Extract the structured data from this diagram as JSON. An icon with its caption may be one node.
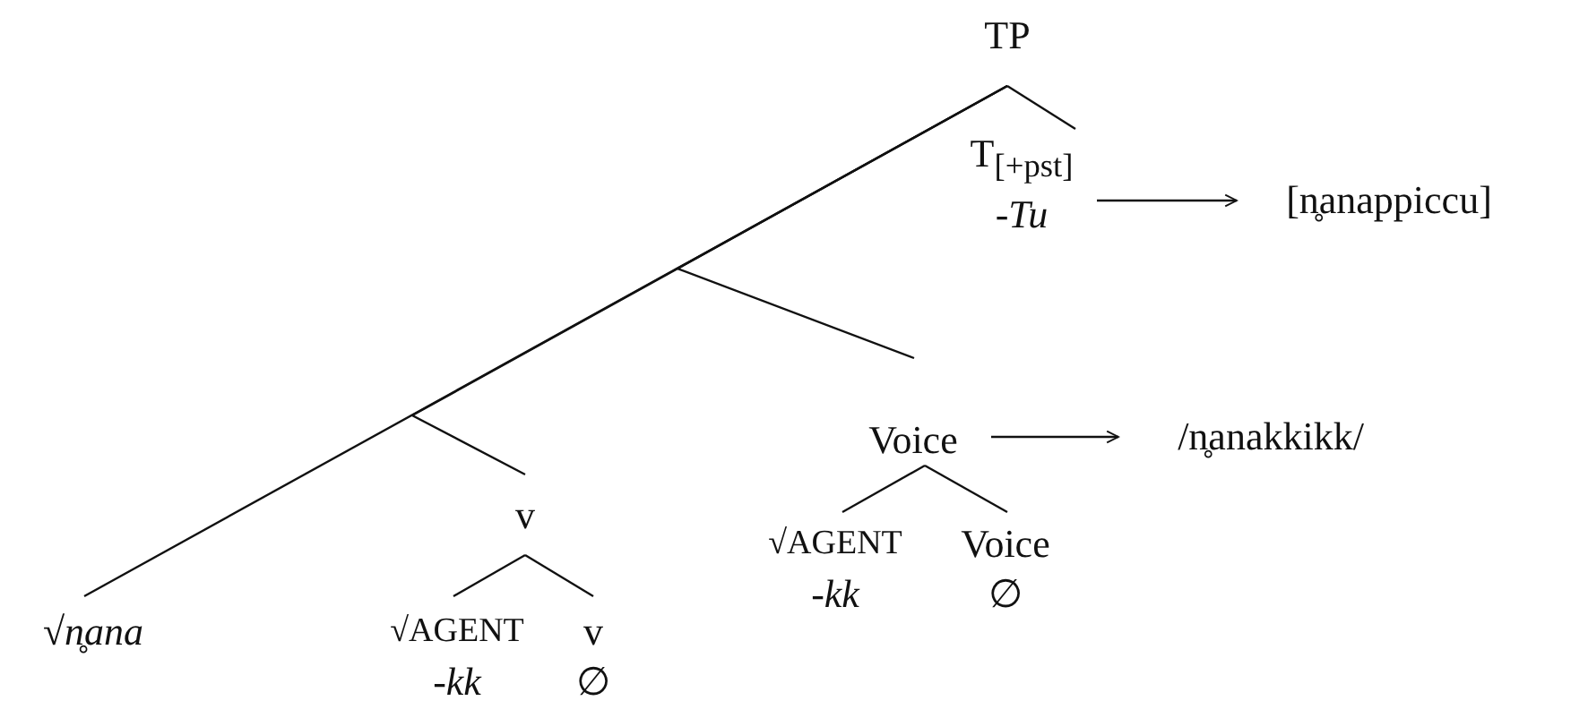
{
  "diagram": {
    "nodes": [
      {
        "text": [
          "TP"
        ]
      },
      {
        "text": [
          "T$_{[+pst]}$",
          "-Tu"
        ]
      },
      {
        "text": [
          "[n̥anappiccu]"
        ]
      },
      {
        "text": [
          "Voice"
        ]
      },
      {
        "text": [
          "/n̥anakkikk/"
        ]
      },
      {
        "text": [
          "√*n̥ana*"
        ]
      },
      {
        "text": [
          "v"
        ]
      },
      {
        "text": [
          "√AGENT",
          "-kk"
        ]
      },
      {
        "text": [
          "v",
          "∅"
        ]
      },
      {
        "text": [
          "√AGENT",
          "-kk"
        ]
      },
      {
        "text": [
          "Voice",
          "∅"
        ]
      }
    ],
    "edges": [
      {
        "from": 0,
        "to": 1,
        "arrow": "none"
      },
      {
        "from": 1,
        "to": 2,
        "arrow": "to"
      },
      {
        "from": 0,
        "to": 3,
        "arrow": "none"
      },
      {
        "from": 3,
        "to": 4,
        "arrow": "to"
      },
      {
        "from": 0,
        "to": 5,
        "arrow": "none"
      },
      {
        "from": 0,
        "to": 6,
        "arrow": "none"
      },
      {
        "from": 6,
        "to": 7,
        "arrow": "none"
      },
      {
        "from": 6,
        "to": 8,
        "arrow": "none"
      },
      {
        "from": 3,
        "to": 9,
        "arrow": "none"
      },
      {
        "from": 3,
        "to": 10,
        "arrow": "none"
      }
    ]
  }
}
